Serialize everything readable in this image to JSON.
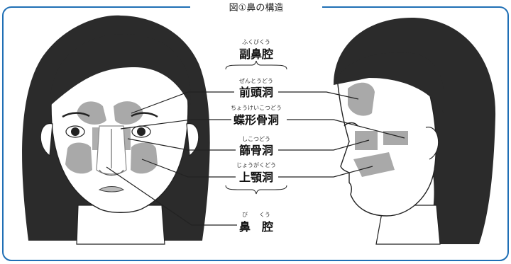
{
  "figure": {
    "title": "図①鼻の構造",
    "colors": {
      "frame": "#1f6fb5",
      "sinus_fill": "#9a9a9a",
      "line": "#222222",
      "skin": "#ffffff",
      "hair": "#2b2b2b"
    }
  },
  "labels": [
    {
      "ruby": "ふくびくう",
      "text": "副鼻腔"
    },
    {
      "ruby": "ぜんとうどう",
      "text": "前頭洞"
    },
    {
      "ruby": "ちょうけいこつどう",
      "text": "蝶形骨洞"
    },
    {
      "ruby": "しこつどう",
      "text": "篩骨洞"
    },
    {
      "ruby": "じょうがくどう",
      "text": "上顎洞"
    },
    {
      "ruby": "び　　くう",
      "text": "鼻　腔"
    }
  ],
  "icons": {
    "front_face": "front-face-illustration",
    "side_face": "side-face-illustration"
  }
}
